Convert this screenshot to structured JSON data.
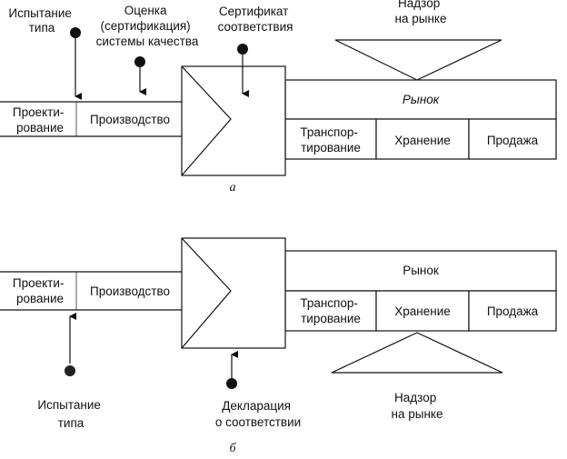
{
  "diagram_a": {
    "test_type": [
      "Испытание",
      "типа"
    ],
    "quality_assessment": [
      "Оценка",
      "(сертификация)",
      "системы качества"
    ],
    "certificate": [
      "Сертификат",
      "соответствия"
    ],
    "supervision": [
      "Надзор",
      "на рынке"
    ],
    "design": [
      "Проекти-",
      "рование"
    ],
    "production": "Производство",
    "market": "Рынок",
    "transport": [
      "Транспор-",
      "тирование"
    ],
    "storage": "Хранение",
    "sale": "Продажа",
    "caption": "а"
  },
  "diagram_b": {
    "design": [
      "Проекти-",
      "рование"
    ],
    "production": "Производство",
    "market": "Рынок",
    "transport": [
      "Транспор-",
      "тирование"
    ],
    "storage": "Хранение",
    "sale": "Продажа",
    "test_type": [
      "Испытание",
      "типа"
    ],
    "declaration": [
      "Декларация",
      "о соответствии"
    ],
    "supervision": [
      "Надзор",
      "на рынке"
    ],
    "caption": "б"
  }
}
